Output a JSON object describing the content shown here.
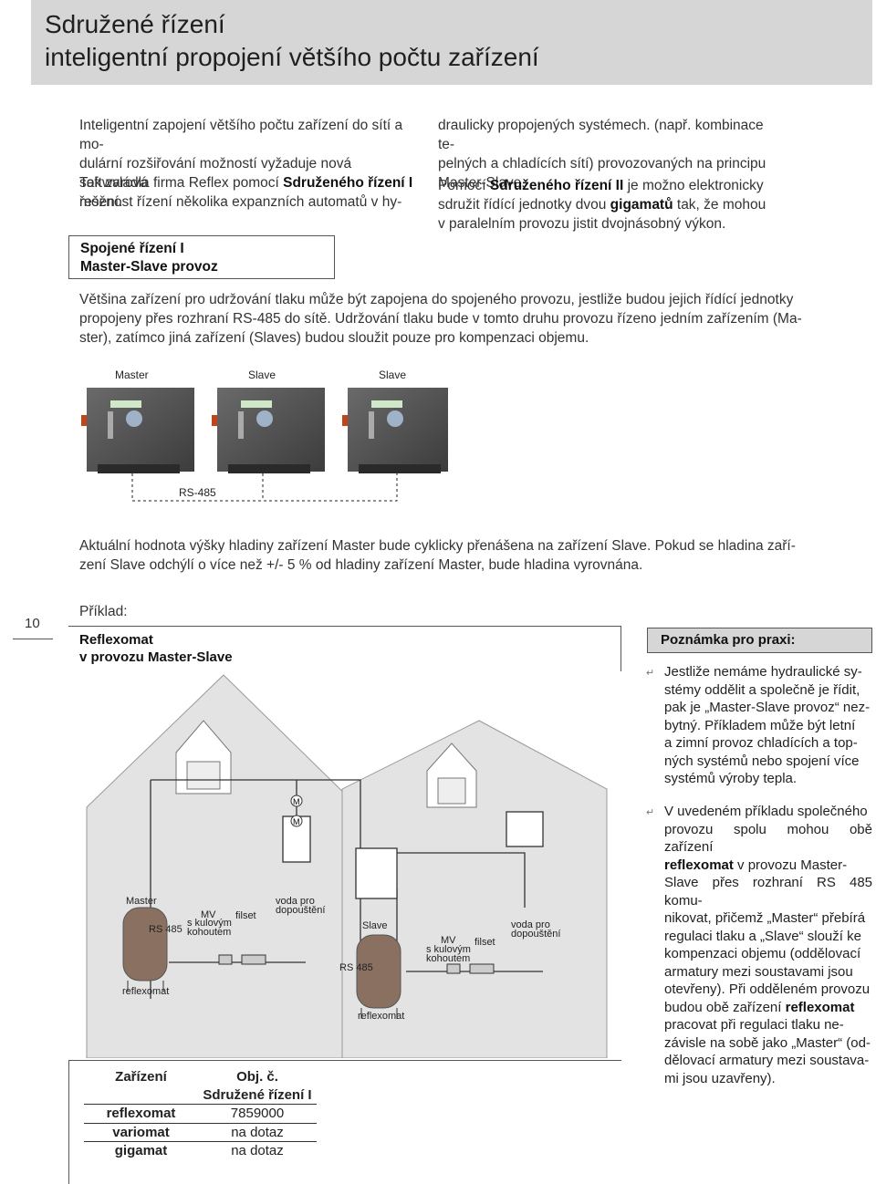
{
  "header": {
    "title_line1": "Sdružené řízení",
    "title_line2": "inteligentní propojení většího počtu zařízení"
  },
  "intro": {
    "p1_lines": [
      "Inteligentní zapojení většího počtu zařízení do sítí a mo-",
      "dulární rozšiřování možností vyžaduje nová softwarová",
      "řešení."
    ],
    "p2_a": "Tak zvládla firma Reflex pomocí ",
    "p2_b": "Sdruženého řízení I",
    "p2_c": " možnost řízení několika expanzních automatů v hy-",
    "right_lines": [
      "draulicky propojených systémech. (např. kombinace te-",
      "pelných a chladících sítí) provozovaných na principu",
      "Master-Slave."
    ],
    "p3_a": "Pomocí ",
    "p3_b": "Sdruženého řízení II",
    "p3_c": " je možno elektronicky",
    "p3_d": "sdružit řídící jednotky dvou ",
    "p3_e": "gigamatů",
    "p3_f": " tak, že mohou",
    "p3_g": "v paralelním provozu jistit dvojnásobný výkon."
  },
  "section_box": {
    "line1": "Spojené řízení I",
    "line2": "Master-Slave provoz"
  },
  "para_main_lines": [
    "Většina zařízení pro udržování tlaku může být zapojena do spojeného provozu, jestliže budou jejich řídící jednotky",
    "propojeny přes rozhraní RS-485 do sítě. Udržování tlaku bude v tomto druhu provozu řízeno jedním zařízením (Ma-",
    "ster), zatímco jiná zařízení (Slaves) budou sloužit pouze pro kompenzaci objemu."
  ],
  "devices": {
    "labels": [
      "Master",
      "Slave",
      "Slave"
    ],
    "bus_label": "RS-485"
  },
  "para_level_lines": [
    "Aktuální hodnota výšky hladiny zařízení Master bude cyklicky přenášena na zařízení Slave. Pokud se hladina zaří-",
    "zení Slave odchýlí o více než +/- 5 % od hladiny zařízení Master, bude hladina vyrovnána."
  ],
  "page_number": "10",
  "example": {
    "label": "Příklad:",
    "title1": "Reflexomat",
    "title2": "v provozu Master-Slave"
  },
  "diagram": {
    "master": "Master",
    "slave": "Slave",
    "rs485": "RS 485",
    "mv": "MV",
    "mv2": "s kulovým",
    "mv3": "kohoutem",
    "filset": "filset",
    "voda1": "voda pro",
    "voda2": "dopouštění",
    "reflexomat": "reflexomat",
    "valve_m": "M"
  },
  "note": {
    "title": "Poznámka pro praxi:",
    "p1_lines": [
      "Jestliže nemáme hydraulické sy-",
      "stémy oddělit a společně je řídit,",
      "pak je „Master-Slave provoz“ nez-",
      "bytný. Příkladem může být letní",
      "a zimní provoz chladících a top-",
      "ných systémů nebo spojení více",
      "systémů výroby tepla."
    ],
    "p2_lines_plain1": [
      "V uvedeném příkladu společného",
      "provozu spolu mohou obě zařízení"
    ],
    "p2_b1": "reflexomat",
    "p2_t1": " v provozu Master-",
    "p2_lines_plain2": [
      "Slave přes rozhraní RS 485 komu-",
      "nikovat, přičemž „Master“ přebírá",
      "regulaci tlaku a „Slave“ slouží ke",
      "kompenzaci objemu (oddělovací",
      "armatury mezi soustavami jsou",
      "otevřeny). Při odděleném provozu"
    ],
    "p2_t2": "budou obě zařízení ",
    "p2_b2": "reflexomat",
    "p2_lines_plain3": [
      "pracovat při regulaci tlaku ne-",
      "závisle na sobě jako „Master“ (od-",
      "dělovací armatury mezi soustava-",
      "mi jsou uzavřeny)."
    ],
    "bullet": "↵"
  },
  "equipment_table": {
    "head1": "Zařízení",
    "head2": "Obj. č.",
    "head2b": "Sdružené řízení I",
    "rows": [
      {
        "name": "reflexomat",
        "value": "7859000"
      },
      {
        "name": "variomat",
        "value": "na dotaz"
      },
      {
        "name": "gigamat",
        "value": "na dotaz"
      }
    ]
  }
}
